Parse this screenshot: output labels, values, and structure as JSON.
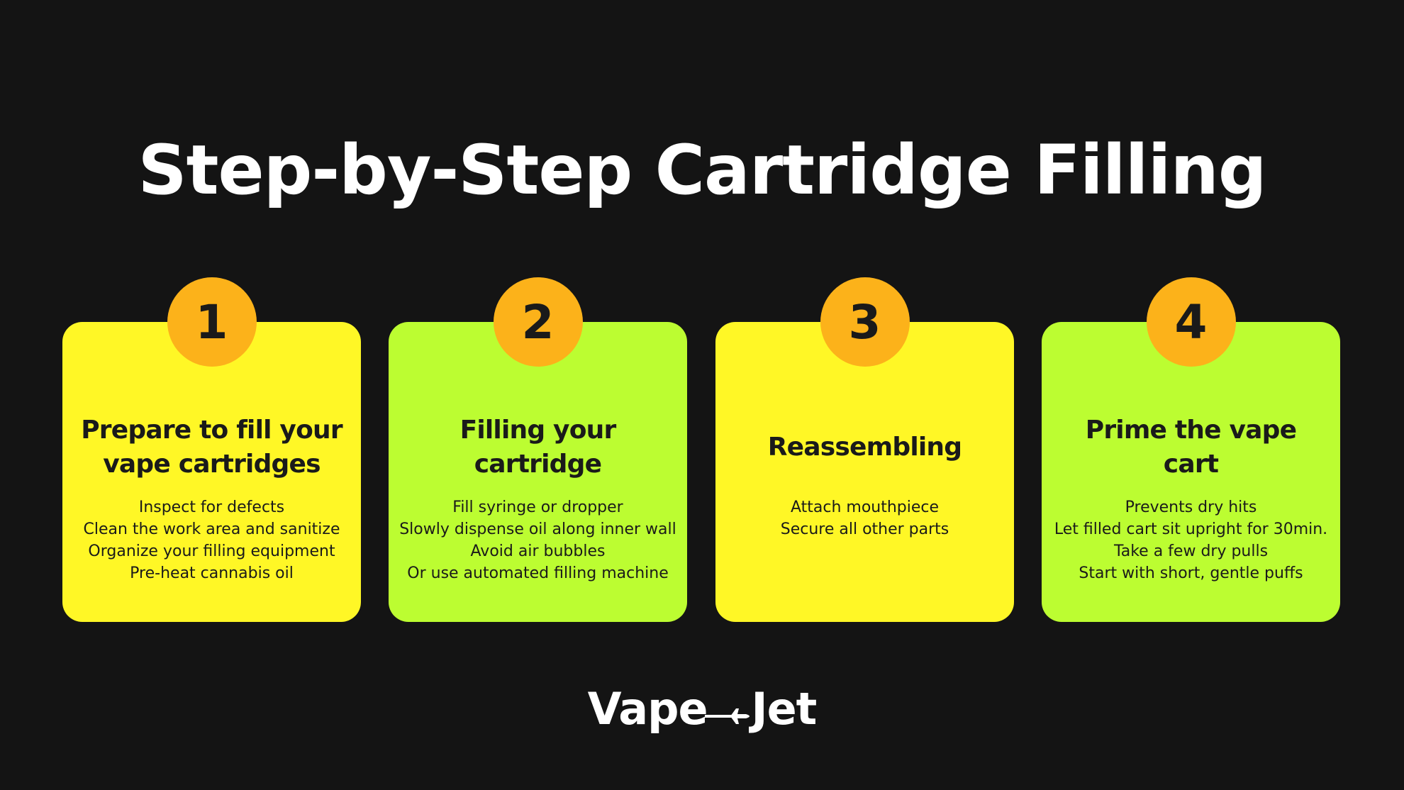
{
  "title": "Step-by-Step Cartridge Filling",
  "colors": {
    "background": "#141414",
    "card_yellow": "#fff726",
    "card_lime": "#bcfd31",
    "badge": "#fcb21a",
    "text_dark": "#1a1a1a",
    "text_light": "#ffffff"
  },
  "steps": [
    {
      "number": "1",
      "title": "Prepare to fill your vape cartridges",
      "items": [
        "Inspect for defects",
        "Clean the work area and sanitize",
        "Organize your filling equipment",
        "Pre-heat cannabis oil"
      ]
    },
    {
      "number": "2",
      "title": "Filling your cartridge",
      "items": [
        "Fill syringe or dropper",
        "Slowly dispense oil along inner wall",
        "Avoid air bubbles",
        "Or use automated filling machine"
      ]
    },
    {
      "number": "3",
      "title": "Reassembling",
      "items": [
        "Attach mouthpiece",
        "Secure all other parts"
      ]
    },
    {
      "number": "4",
      "title": "Prime the vape cart",
      "items": [
        "Prevents dry hits",
        "Let filled cart sit upright for 30min.",
        "Take a few dry pulls",
        "Start with short, gentle puffs"
      ]
    }
  ],
  "logo": {
    "left": "Vape",
    "right": "Jet",
    "icon": "airplane-icon"
  }
}
